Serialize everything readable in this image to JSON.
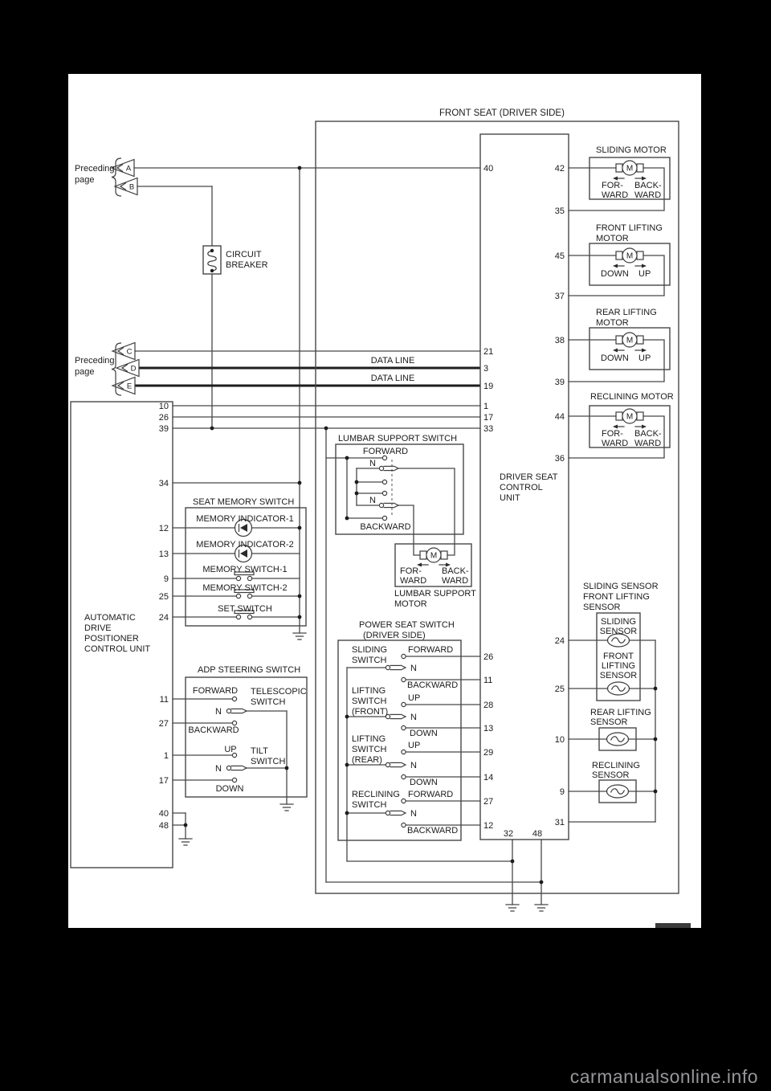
{
  "watermark": "carmanualsonline.info",
  "diagram": {
    "title": "FRONT SEAT (DRIVER SIDE)",
    "pt": {
      "l1": "Preceding",
      "l2": "page",
      "a": "A",
      "b": "B"
    },
    "pm": {
      "l1": "Preceding",
      "l2": "page",
      "c": "C",
      "d": "D",
      "e": "E"
    },
    "cb": {
      "l1": "CIRCUIT",
      "l2": "BREAKER"
    },
    "dl1": "DATA LINE",
    "dl2": "DATA LINE",
    "adp": {
      "l1": "AUTOMATIC",
      "l2": "DRIVE",
      "l3": "POSITIONER",
      "l4": "CONTROL UNIT"
    },
    "dscu": {
      "l1": "DRIVER SEAT",
      "l2": "CONTROL",
      "l3": "UNIT"
    },
    "mem": {
      "title": "SEAT MEMORY SWITCH",
      "ind1": "MEMORY INDICATOR-1",
      "ind2": "MEMORY INDICATOR-2",
      "sw1": "MEMORY SWITCH-1",
      "sw2": "MEMORY SWITCH-2",
      "set": "SET SWITCH"
    },
    "steer": {
      "title": "ADP STEERING SWITCH",
      "fwd": "FORWARD",
      "bwd": "BACKWARD",
      "up": "UP",
      "down": "DOWN",
      "n1": "N",
      "n2": "N",
      "tel1": "TELESCOPIC",
      "tel2": "SWITCH",
      "tilt1": "TILT",
      "tilt2": "SWITCH"
    },
    "lum": {
      "title": "LUMBAR SUPPORT SWITCH",
      "fwd": "FORWARD",
      "bwd": "BACKWARD",
      "n1": "N",
      "n2": "N"
    },
    "lmot": {
      "l1": "LUMBAR SUPPORT",
      "l2": "MOTOR",
      "m": "M",
      "fl1": "FOR-",
      "fl2": "WARD",
      "rl1": "BACK-",
      "rl2": "WARD"
    },
    "pss": {
      "t1": "POWER SEAT SWITCH",
      "t2": "(DRIVER SIDE)",
      "g1a": "SLIDING",
      "g1b": "SWITCH",
      "g2a": "LIFTING",
      "g2b": "SWITCH",
      "g2c": "(FRONT)",
      "g3a": "LIFTING",
      "g3b": "SWITCH",
      "g3c": "(REAR)",
      "g4a": "RECLINING",
      "g4b": "SWITCH",
      "r1": "FORWARD",
      "r2": "N",
      "r3": "BACKWARD",
      "r4": "UP",
      "r5": "N",
      "r6": "DOWN",
      "r7": "UP",
      "r8": "N",
      "r9": "DOWN",
      "r10": "FORWARD",
      "r11": "N",
      "r12": "BACKWARD"
    },
    "mot_slide": {
      "t": "SLIDING MOTOR",
      "m": "M",
      "a1": "FOR-",
      "a2": "WARD",
      "b1": "BACK-",
      "b2": "WARD"
    },
    "mot_front": {
      "t1": "FRONT LIFTING",
      "t2": "MOTOR",
      "m": "M",
      "a": "DOWN",
      "b": "UP"
    },
    "mot_rear": {
      "t1": "REAR LIFTING",
      "t2": "MOTOR",
      "m": "M",
      "a": "DOWN",
      "b": "UP"
    },
    "mot_recl": {
      "t": "RECLINING MOTOR",
      "m": "M",
      "a1": "FOR-",
      "a2": "WARD",
      "b1": "BACK-",
      "b2": "WARD"
    },
    "sens": {
      "h1": "SLIDING SENSOR",
      "h2": "FRONT LIFTING",
      "h3": "SENSOR",
      "s1": "SLIDING",
      "s2": "SENSOR",
      "f1": "FRONT",
      "f2": "LIFTING",
      "f3": "SENSOR",
      "r1": "REAR LIFTING",
      "r2": "SENSOR",
      "c1": "RECLINING",
      "c2": "SENSOR"
    },
    "pins": {
      "adp_right": [
        "10",
        "26",
        "39",
        "34",
        "12",
        "13",
        "9",
        "25",
        "24",
        "11",
        "27",
        "1",
        "17",
        "40",
        "48"
      ],
      "dscu_left": [
        "40",
        "21",
        "3",
        "19",
        "1",
        "17",
        "33",
        "26",
        "11",
        "28",
        "13",
        "29",
        "14",
        "27",
        "12"
      ],
      "dscu_right": [
        "42",
        "35",
        "45",
        "37",
        "38",
        "39",
        "44",
        "36",
        "24",
        "25",
        "10",
        "9",
        "31"
      ],
      "dscu_bottom": [
        "32",
        "48"
      ]
    }
  }
}
